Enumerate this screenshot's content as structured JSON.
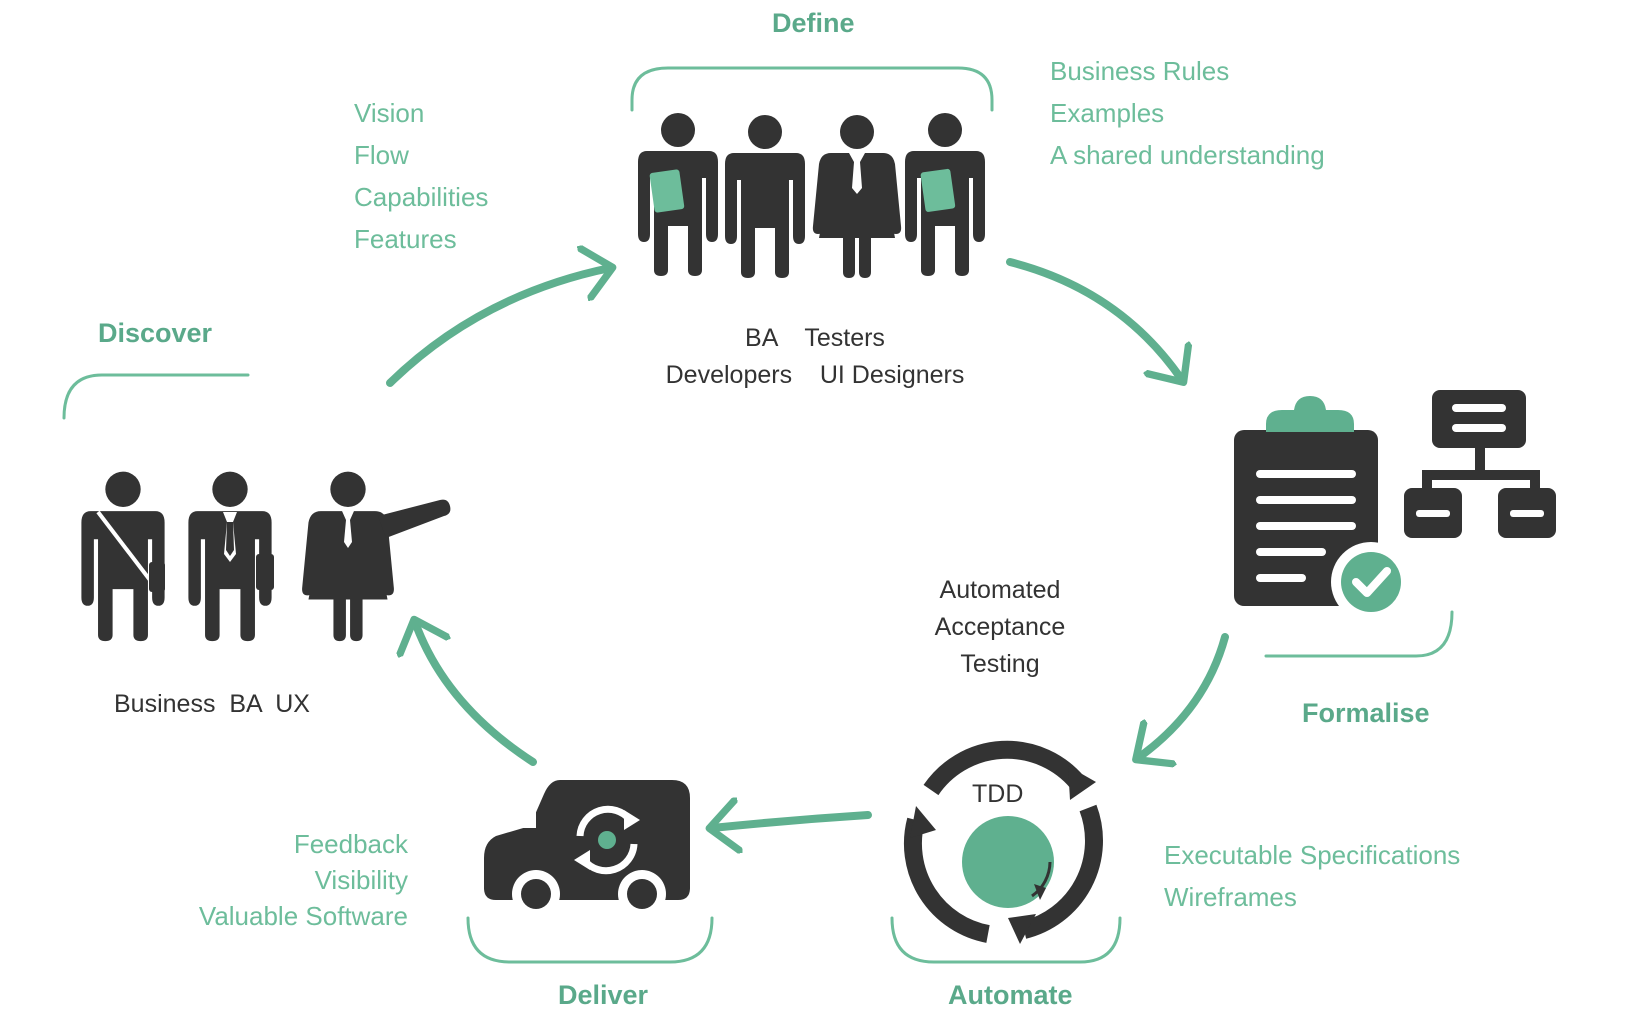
{
  "colors": {
    "accent": "#5fb08f",
    "accent_text": "#6dbd9b",
    "dark": "#333333",
    "background": "#ffffff"
  },
  "stages": {
    "define": {
      "title": "Define",
      "notes": [
        "Business Rules",
        "Examples",
        "A shared understanding"
      ],
      "roles_line1": "BA    Testers",
      "roles_line2": "Developers    UI Designers"
    },
    "discover": {
      "title": "Discover",
      "notes": [
        "Vision",
        "Flow",
        "Capabilities",
        "Features"
      ],
      "roles": "Business  BA  UX"
    },
    "formalise": {
      "title": "Formalise"
    },
    "automate": {
      "title": "Automate",
      "notes": [
        "Executable Specifications",
        "Wireframes"
      ],
      "center_label": "TDD"
    },
    "deliver": {
      "title": "Deliver",
      "notes": [
        "Feedback",
        "Visibility",
        "Valuable Software"
      ]
    }
  },
  "center_text": [
    "Automated",
    "Acceptance",
    "Testing"
  ],
  "icons": {
    "define": [
      "person-holding-book-icon",
      "person-icon",
      "woman-with-tie-icon",
      "person-holding-book-icon"
    ],
    "discover": [
      "person-with-satchel-icon",
      "businessman-with-briefcase-icon",
      "woman-presenting-icon"
    ],
    "formalise": [
      "clipboard-checklist-icon",
      "checkmark-badge-icon",
      "hierarchy-chart-icon"
    ],
    "automate": [
      "cycle-arrows-icon"
    ],
    "deliver": [
      "delivery-van-icon",
      "sync-icon"
    ]
  }
}
